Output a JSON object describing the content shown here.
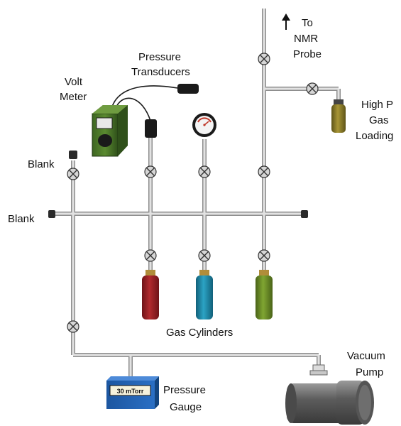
{
  "labels": {
    "to_nmr_probe": [
      "To",
      "NMR",
      "Probe"
    ],
    "pressure_transducers": [
      "Pressure",
      "Transducers"
    ],
    "volt_meter": [
      "Volt",
      "Meter"
    ],
    "high_p_gas_loading": [
      "High P",
      "Gas",
      "Loading"
    ],
    "blank_top": "Blank",
    "blank_left": "Blank",
    "gas_cylinders": "Gas Cylinders",
    "vacuum_pump": [
      "Vacuum",
      "Pump"
    ],
    "pressure_gauge": [
      "Pressure",
      "Gauge"
    ],
    "gauge_readout": "30 mTorr"
  },
  "colors": {
    "cylinder_red": "#9b2326",
    "cylinder_teal": "#1f8aa6",
    "cylinder_green": "#6b8e23",
    "high_p_cylinder": "#8d7d2a",
    "volt_meter_body": "#4d7a2a",
    "pressure_gauge_box": "#1f5fb0",
    "vacuum_pump": "#6f6f6f"
  }
}
